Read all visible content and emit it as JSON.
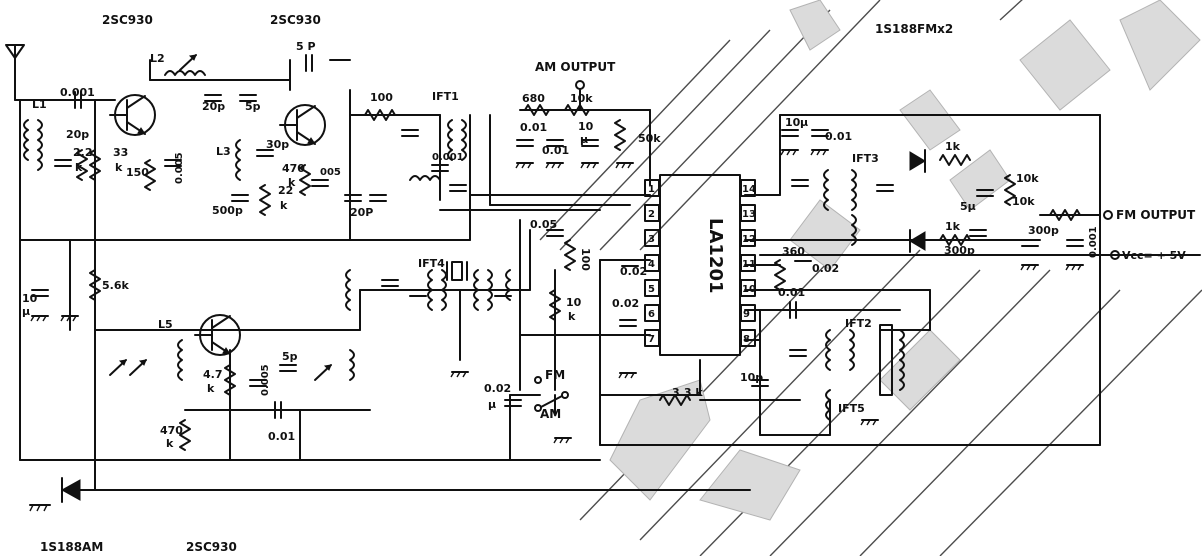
{
  "labels": {
    "transistor_rf": "2SC930",
    "transistor_mix": "2SC930",
    "transistor_am_osc": "2SC930",
    "diode_fm": "1S188FMx2",
    "diode_am": "1S188AM",
    "am_output": "AM OUTPUT",
    "fm_output": "FM OUTPUT",
    "vcc": "Vcc= + 5V",
    "ic": "LA1201",
    "fm_switch": "FM",
    "am_switch": "AM"
  },
  "coils": {
    "L1": "L1",
    "L2": "L2",
    "L3": "L3",
    "L5": "L5",
    "IFT1": "IFT1",
    "IFT2": "IFT2",
    "IFT3": "IFT3",
    "IFT4": "IFT4",
    "IFT5": "IFT5"
  },
  "components": {
    "c_0001_in": "0.001",
    "c_20p_a": "20p",
    "r_2_2k": "2.2",
    "r_2_2k_unit": "k",
    "r_33k": "33",
    "r_33k_unit": "k",
    "r_150": "150",
    "c_0005_a": "0.005",
    "c_20p_b": "20p",
    "c_5p_a": "5p",
    "c_5p_top": "5 P",
    "c_30p": "30p",
    "c_500p": "500p",
    "r_22k": "22",
    "r_22k_unit": "k",
    "r_470k": "470",
    "r_470k_unit": "k",
    "c_005_b": "005",
    "r_100": "100",
    "c_20p_c": "20P",
    "c_0001_b": "0.001",
    "r_680": "680",
    "r_10k_a": "10k",
    "c_001_a": "0.01",
    "c_001_b": "0.01",
    "c_10u_a": "10",
    "c_10u_a_unit": "µ",
    "r_50k": "50k",
    "c_005_c": "0.05",
    "r_100_b": "100",
    "c_002_a": "0.02",
    "c_002_b": "0.02",
    "c_10u_b": "10",
    "c_10u_b_unit": "µ",
    "r_5_6k": "5.6k",
    "r_10k_b": "10",
    "r_10k_b_unit": "k",
    "r_4_7k": "4.7",
    "r_4_7k_unit": "k",
    "c_0005_c": "0.005",
    "c_5p_b": "5p",
    "r_470": "470",
    "r_470_unit": "k",
    "c_001_c": "0.01",
    "c_002_c": "0.02",
    "c_002_c_unit": "µ",
    "c_10u_c": "10",
    "c_10u_c_unit": "µ",
    "c_001_d": "0.01",
    "r_1k_a": "1k",
    "r_1k_b": "1k",
    "c_5u": "5µ",
    "r_10k_c": "10k",
    "r_10k_d": "10k",
    "c_300p_a": "300p",
    "c_300p_b": "300p",
    "c_0001_c": "0.001",
    "r_360": "360",
    "c_002_d": "0.02",
    "c_001_e": "0.01",
    "c_10p": "10p",
    "r_3_3k": "3.3 k"
  },
  "ic_pins": [
    "1",
    "2",
    "3",
    "4",
    "5",
    "6",
    "7",
    "8",
    "9",
    "10",
    "11",
    "12",
    "13",
    "14"
  ]
}
